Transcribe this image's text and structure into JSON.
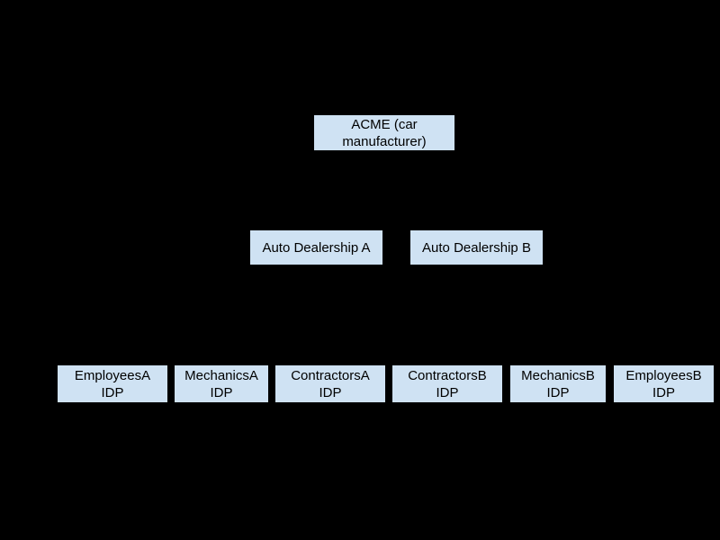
{
  "diagram": {
    "type": "hierarchy",
    "background_color": "#000000",
    "node_fill_color": "#cfe2f3",
    "node_text_color": "#000000",
    "nodes": [
      {
        "id": "acme",
        "level": 1,
        "label": "ACME (car\nmanufacturer)"
      },
      {
        "id": "dealership-a",
        "level": 2,
        "label": "Auto Dealership A"
      },
      {
        "id": "dealership-b",
        "level": 2,
        "label": "Auto Dealership B"
      },
      {
        "id": "employees-a-idp",
        "level": 3,
        "label": "EmployeesA\nIDP"
      },
      {
        "id": "mechanics-a-idp",
        "level": 3,
        "label": "MechanicsA\nIDP"
      },
      {
        "id": "contractors-a-idp",
        "level": 3,
        "label": "ContractorsA\nIDP"
      },
      {
        "id": "contractors-b-idp",
        "level": 3,
        "label": "ContractorsB\nIDP"
      },
      {
        "id": "mechanics-b-idp",
        "level": 3,
        "label": "MechanicsB\nIDP"
      },
      {
        "id": "employees-b-idp",
        "level": 3,
        "label": "EmployeesB\nIDP"
      }
    ]
  }
}
